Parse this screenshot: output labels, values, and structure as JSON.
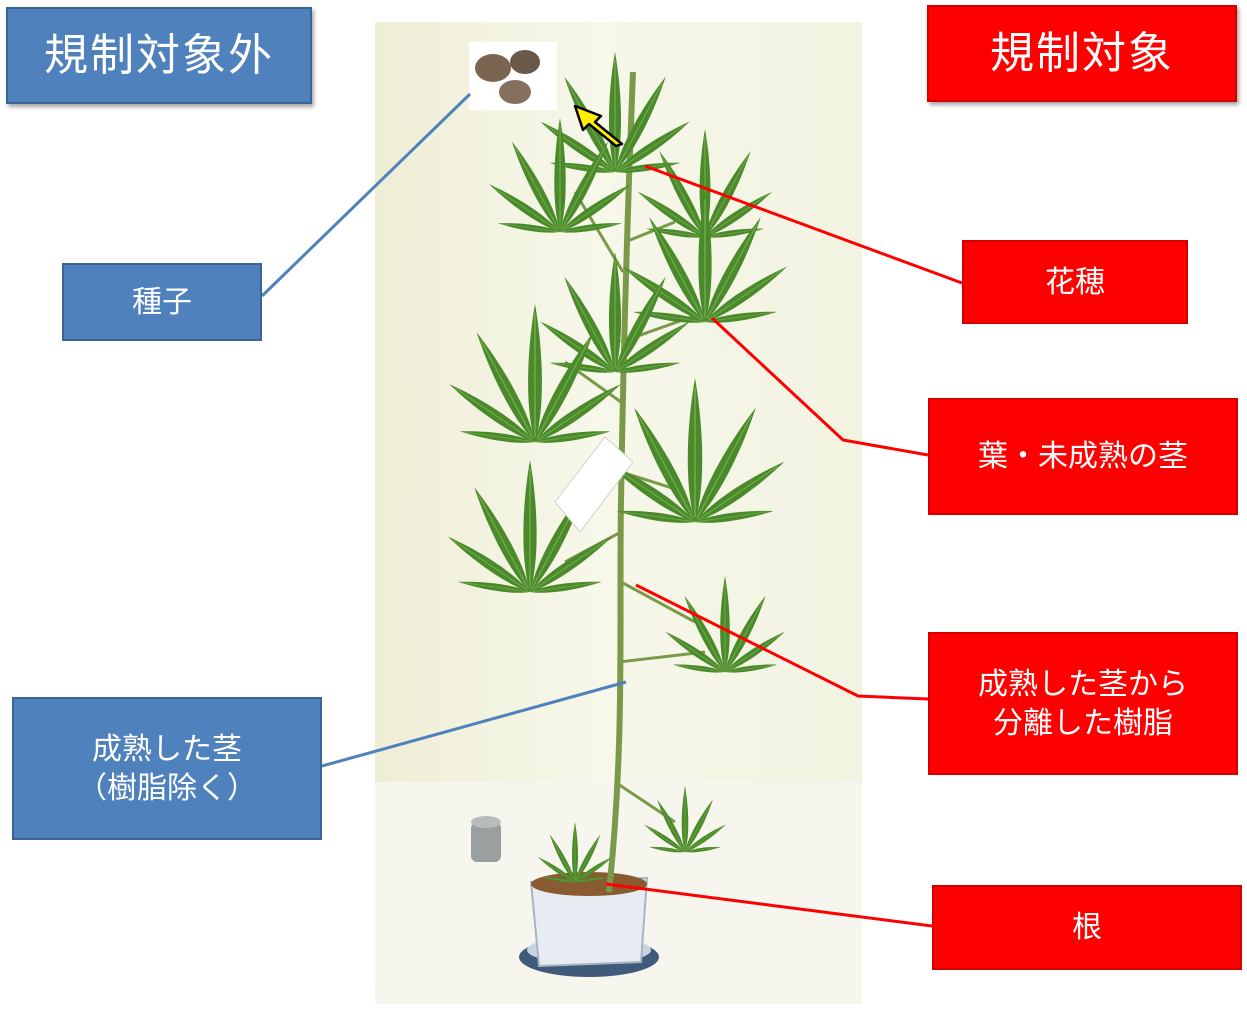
{
  "headers": {
    "excluded": "規制対象外",
    "regulated": "規制対象"
  },
  "labels": {
    "seed": "種子",
    "flower": "花穂",
    "leaf": "葉・未成熟の茎",
    "resin": "成熟した茎から\n分離した樹脂",
    "mature_stem": "成熟した茎\n（樹脂除く）",
    "root": "根"
  },
  "colors": {
    "excluded_blue": "#4f81bd",
    "regulated_red": "#ff0000",
    "leaf_green": "#4a8a2a",
    "arrow_yellow": "#ffee00"
  }
}
